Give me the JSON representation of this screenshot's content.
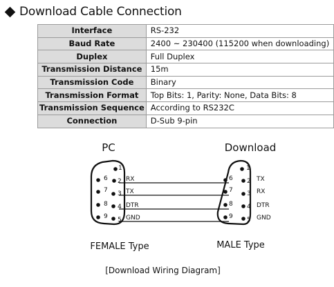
{
  "section_title": "Download Cable Connection",
  "spec_rows": [
    {
      "label": "Interface",
      "value": "RS-232"
    },
    {
      "label": "Baud Rate",
      "value": "2400 ~ 230400 (115200 when downloading)"
    },
    {
      "label": "Duplex",
      "value": "Full Duplex"
    },
    {
      "label": "Transmission Distance",
      "value": "15m"
    },
    {
      "label": "Transmission Code",
      "value": "Binary"
    },
    {
      "label": "Transmission Format",
      "value": "Top Bits: 1, Parity: None, Data Bits: 8"
    },
    {
      "label": "Transmission Sequence",
      "value": "According to RS232C"
    },
    {
      "label": "Connection",
      "value": "D-Sub 9-pin"
    }
  ],
  "diagram": {
    "left_connector": {
      "title": "PC",
      "type_label": "FEMALE Type",
      "top_row_pins": [
        "1",
        "2",
        "3",
        "4",
        "5"
      ],
      "bottom_row_pins": [
        "6",
        "7",
        "8",
        "9"
      ],
      "signals": [
        "RX",
        "TX",
        "DTR",
        "GND"
      ]
    },
    "right_connector": {
      "title": "Download",
      "type_label": "MALE Type",
      "top_row_pins": [
        "1",
        "2",
        "3",
        "4",
        "5"
      ],
      "bottom_row_pins": [
        "6",
        "7",
        "8",
        "9"
      ],
      "signals": [
        "TX",
        "RX",
        "DTR",
        "GND"
      ]
    },
    "caption": "[Download Wiring Diagram]"
  }
}
